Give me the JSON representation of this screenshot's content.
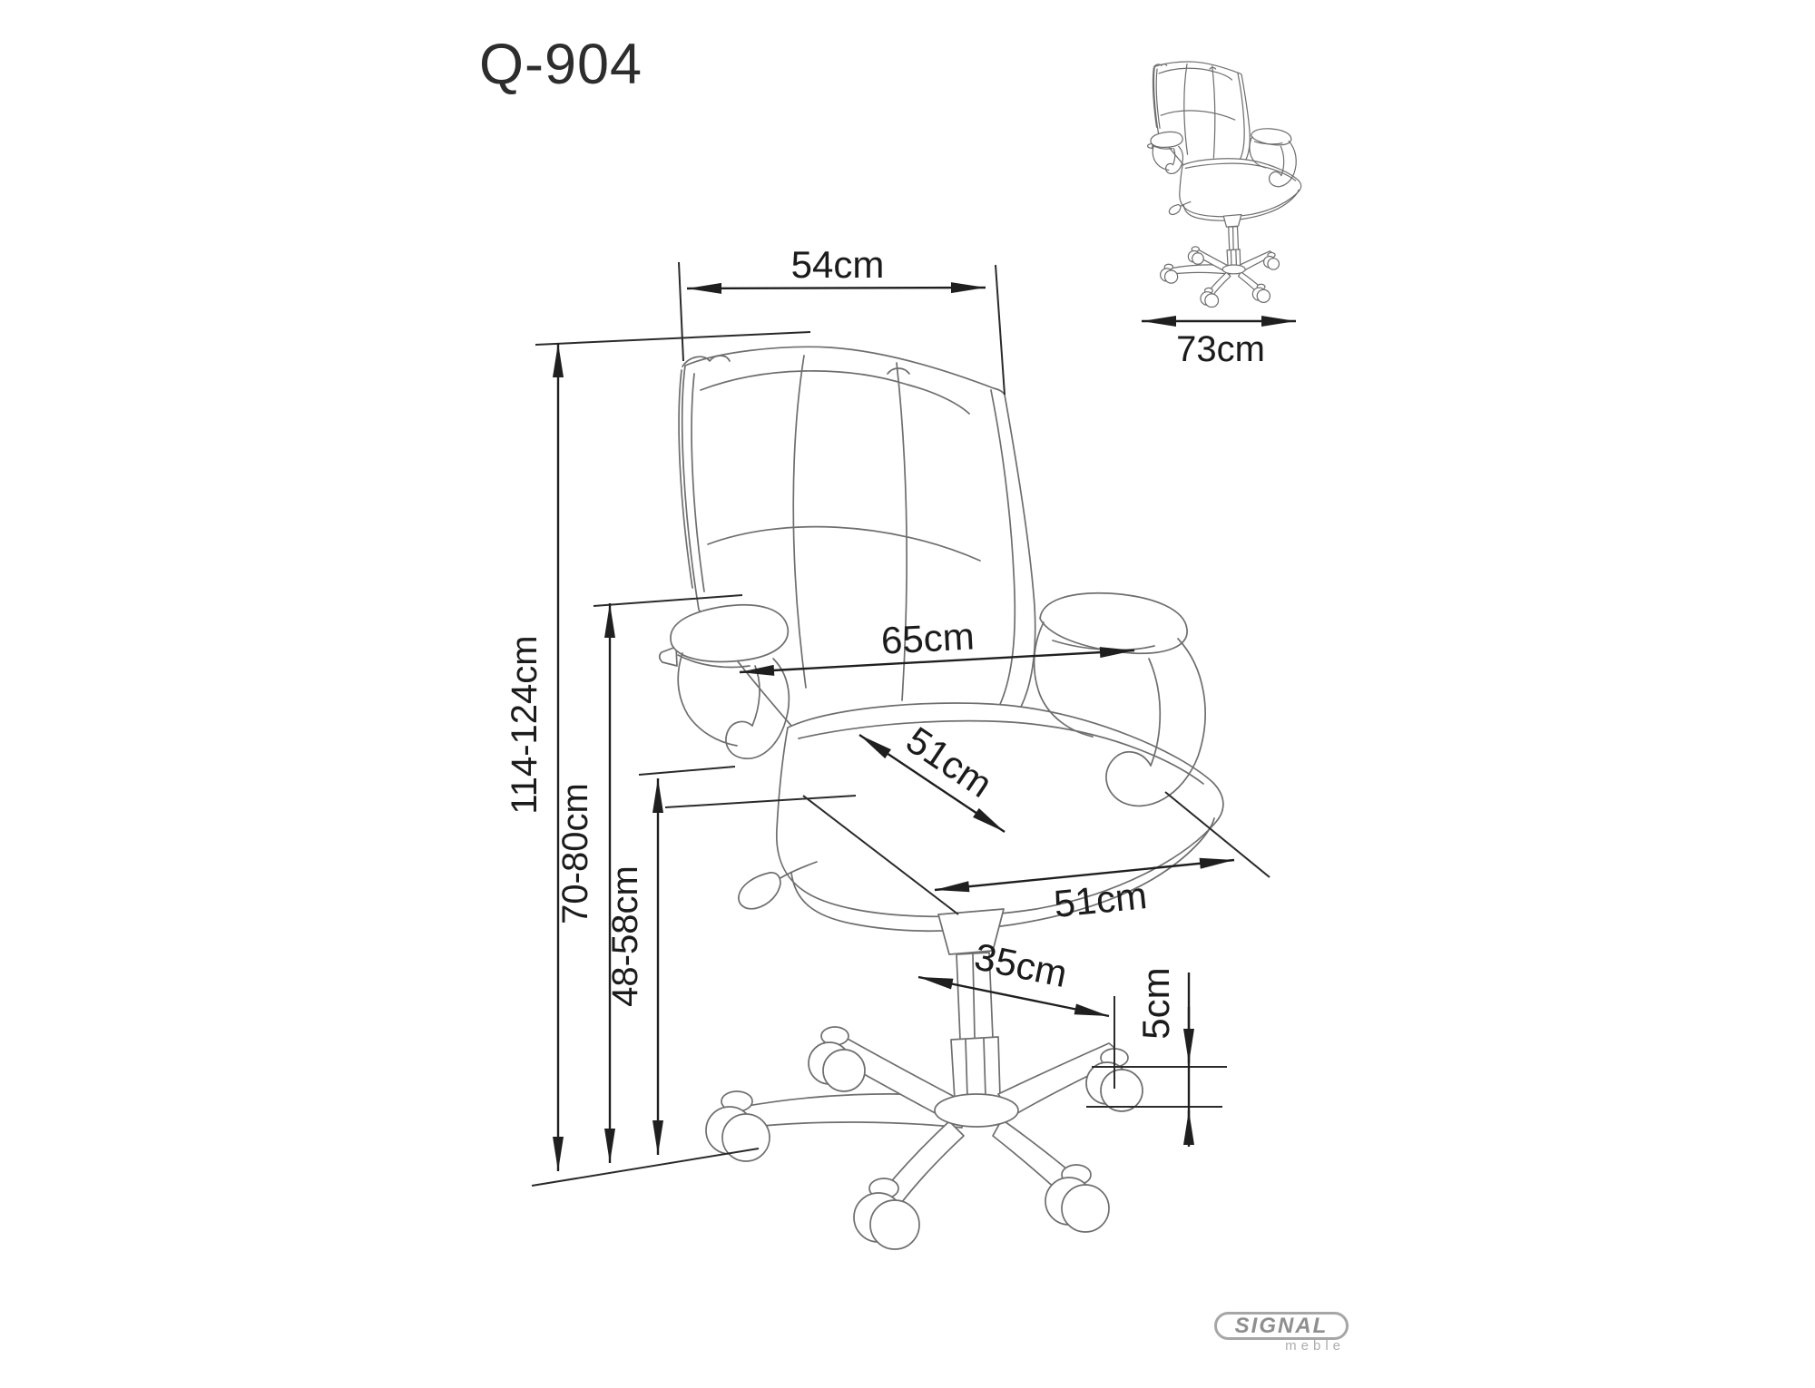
{
  "page": {
    "background": "#ffffff"
  },
  "title": "Q-904",
  "main_view": {
    "dimensions": {
      "backrest_width": {
        "label": "54cm"
      },
      "overall_width": {
        "label": "65cm"
      },
      "seat_depth": {
        "label": "51cm"
      },
      "seat_width": {
        "label": "51cm"
      },
      "base_leg_reach": {
        "label": "35cm"
      },
      "caster_height": {
        "label": "5cm"
      },
      "overall_height": {
        "label": "114-124cm"
      },
      "armrest_height": {
        "label": "70-80cm"
      },
      "seat_height": {
        "label": "48-58cm"
      }
    }
  },
  "side_view": {
    "dimensions": {
      "overall_depth": {
        "label": "73cm"
      }
    }
  },
  "logo": {
    "brand": "SIGNAL",
    "subtitle": "meble"
  },
  "colors": {
    "dimension_lines": "#1f1f1f",
    "sketch_lines": "#6e6e6e",
    "logo_gray": "#8f8f8f"
  }
}
